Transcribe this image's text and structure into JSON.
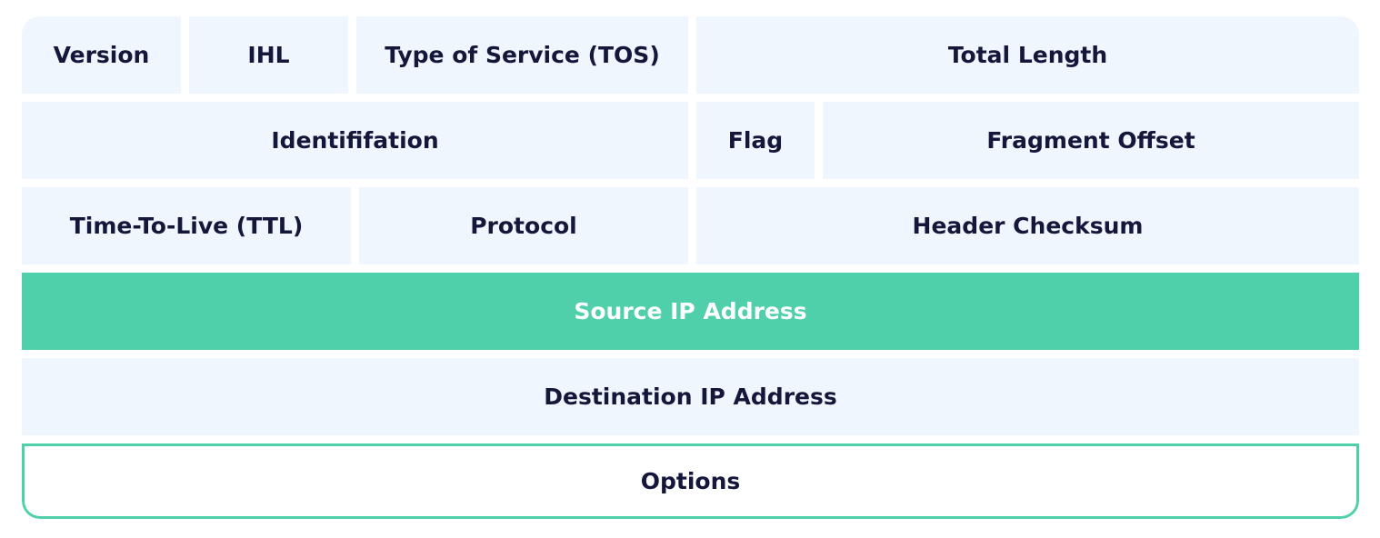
{
  "colors": {
    "cell_background": "#eff6fd",
    "label_text": "#14163a",
    "accent": "#4fd0aa",
    "accent_text": "#ffffff",
    "options_border": "#4fd0aa"
  },
  "rows": [
    {
      "fields": [
        {
          "label": "Version"
        },
        {
          "label": "IHL"
        },
        {
          "label": "Type of Service (TOS)"
        },
        {
          "label": "Total Length"
        }
      ]
    },
    {
      "fields": [
        {
          "label": "Identififation"
        },
        {
          "label": "Flag"
        },
        {
          "label": "Fragment Offset"
        }
      ]
    },
    {
      "fields": [
        {
          "label": "Time-To-Live (TTL)"
        },
        {
          "label": "Protocol"
        },
        {
          "label": "Header Checksum"
        }
      ]
    },
    {
      "fields": [
        {
          "label": "Source IP Address",
          "highlighted": true
        }
      ]
    },
    {
      "fields": [
        {
          "label": "Destination IP Address"
        }
      ]
    },
    {
      "fields": [
        {
          "label": "Options",
          "outlined": true
        }
      ]
    }
  ]
}
